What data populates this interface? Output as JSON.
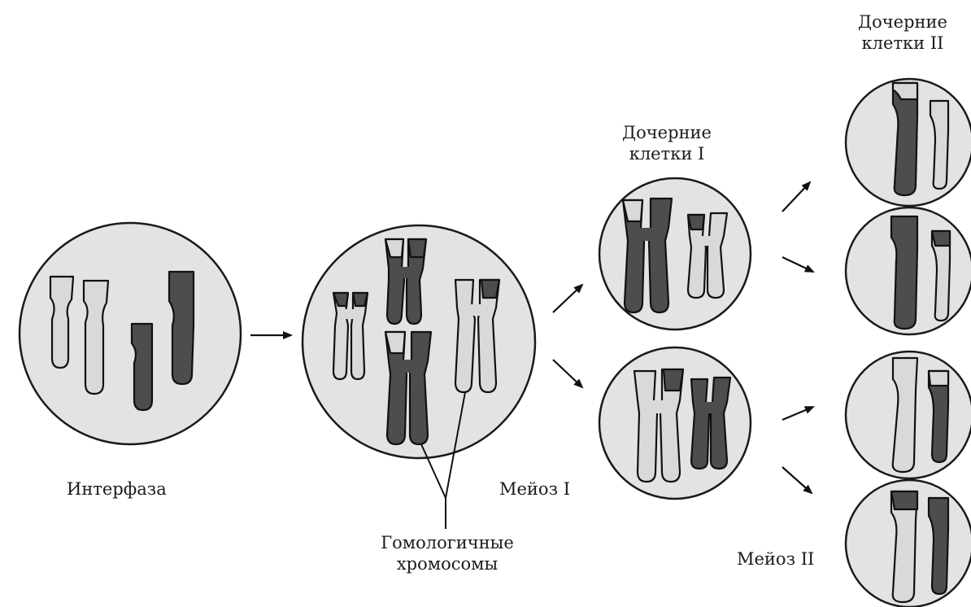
{
  "colors": {
    "cell_fill": "#e3e3e3",
    "cell_stroke": "#1a1a1a",
    "dark_chromosome": "#4d4d4d",
    "light_chromosome": "#d9d9d9",
    "stroke": "#111111",
    "background": "#ffffff"
  },
  "labels": {
    "interphase": "Интерфаза",
    "meiosis1": "Мейоз I",
    "meiosis2": "Мейоз II",
    "homologous_line1": "Гомологичные",
    "homologous_line2": "хромосомы",
    "daughter1_line1": "Дочерние",
    "daughter1_line2": "клетки I",
    "daughter2_line1": "Дочерние",
    "daughter2_line2": "клетки II"
  }
}
